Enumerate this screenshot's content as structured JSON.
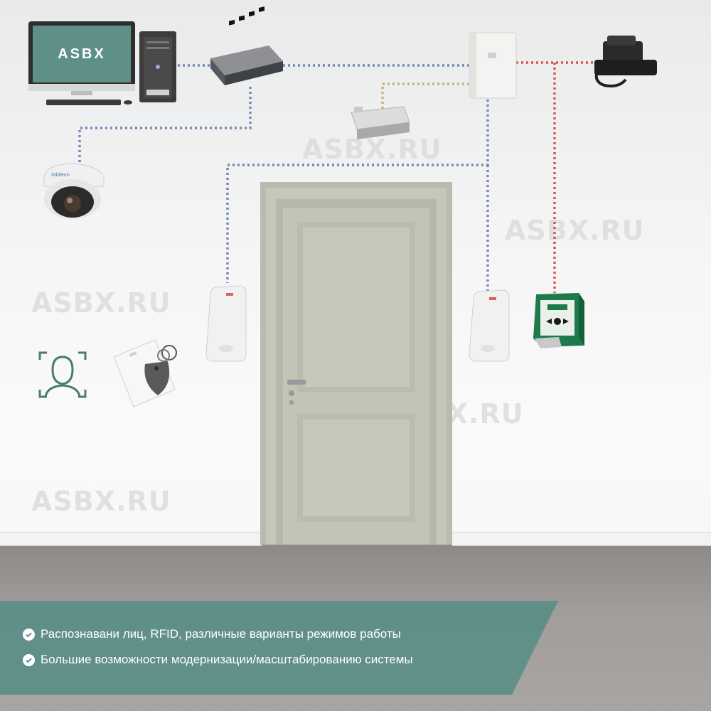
{
  "brand": {
    "monitor_label": "ASBX",
    "accent_color": "#5e8f88"
  },
  "watermarks": [
    "ASBX.RU",
    "ASBX.RU",
    "ASBX.RU",
    "ASBX.RU",
    "ASBX.RU"
  ],
  "wires": {
    "network_color": "#7388b8",
    "lock_color": "#c9b27a",
    "power_color": "#e25252"
  },
  "features": [
    {
      "text": "Распознавани лиц, RFID, различные варианты режимов работы"
    },
    {
      "text": "Большие возможности модернизации/масштабированию системы"
    }
  ],
  "icons": [
    "monitor-icon",
    "pc-tower-icon",
    "network-switch-icon",
    "controller-icon",
    "power-supply-icon",
    "electromagnetic-lock-icon",
    "dome-camera-icon",
    "card-reader-icon",
    "emergency-button-icon",
    "face-recognition-icon",
    "rfid-card-icon",
    "door-icon",
    "check-icon"
  ]
}
